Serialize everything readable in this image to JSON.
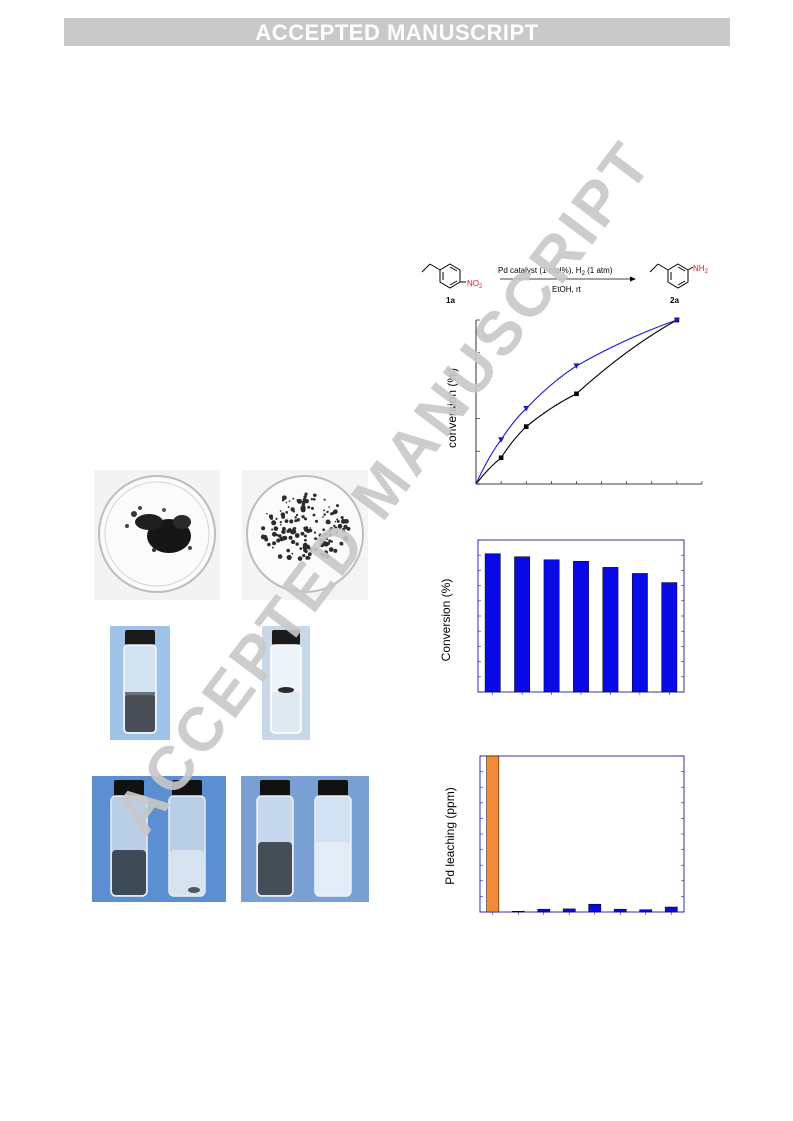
{
  "header": {
    "banner": "ACCEPTED MANUSCRIPT"
  },
  "scheme": {
    "reactant_label": "1a",
    "product_label": "2a",
    "substituent_reactant": "NO",
    "substituent_reactant_sub": "2",
    "substituent_product": "NH",
    "substituent_product_sub": "2",
    "arrow_top_text": "Pd catalyst (1 mol%), H",
    "arrow_top_sub": "2",
    "arrow_top_suffix": " (1 atm)",
    "arrow_bottom_text": "EtOH, rt",
    "hetero_color": "#e8151b"
  },
  "chart_data": [
    {
      "type": "scatter",
      "ylabel": "conversion (%)",
      "xlim": [
        0,
        9
      ],
      "ylim": [
        0,
        100
      ],
      "series": [
        {
          "marker": "square",
          "color": "#000000",
          "x": [
            1,
            2,
            4,
            8
          ],
          "y": [
            16,
            35,
            55,
            100
          ]
        },
        {
          "marker": "triangle-down",
          "color": "#1a1acc",
          "x": [
            1,
            2,
            4,
            8
          ],
          "y": [
            27,
            46,
            72,
            100
          ]
        }
      ]
    },
    {
      "type": "bar",
      "ylabel": "Conversion (%)",
      "ylim": [
        0,
        100
      ],
      "color": "#0a0ae6",
      "values": [
        91,
        89,
        87,
        86,
        82,
        78,
        72
      ]
    },
    {
      "type": "bar",
      "ylabel": "Pd leaching (ppm)",
      "ylim": [
        0,
        100
      ],
      "colors": [
        "#f28a35",
        "#0a0ae6",
        "#0a0ae6",
        "#0a0ae6",
        "#0a0ae6",
        "#0a0ae6",
        "#0a0ae6",
        "#0a0ae6"
      ],
      "values": [
        100,
        0.5,
        1.8,
        2.0,
        5.0,
        1.8,
        1.5,
        3.2
      ]
    }
  ],
  "watermark": {
    "text": "ACCEPTED MANUSCRIPT",
    "color": "#c8c8c8"
  }
}
